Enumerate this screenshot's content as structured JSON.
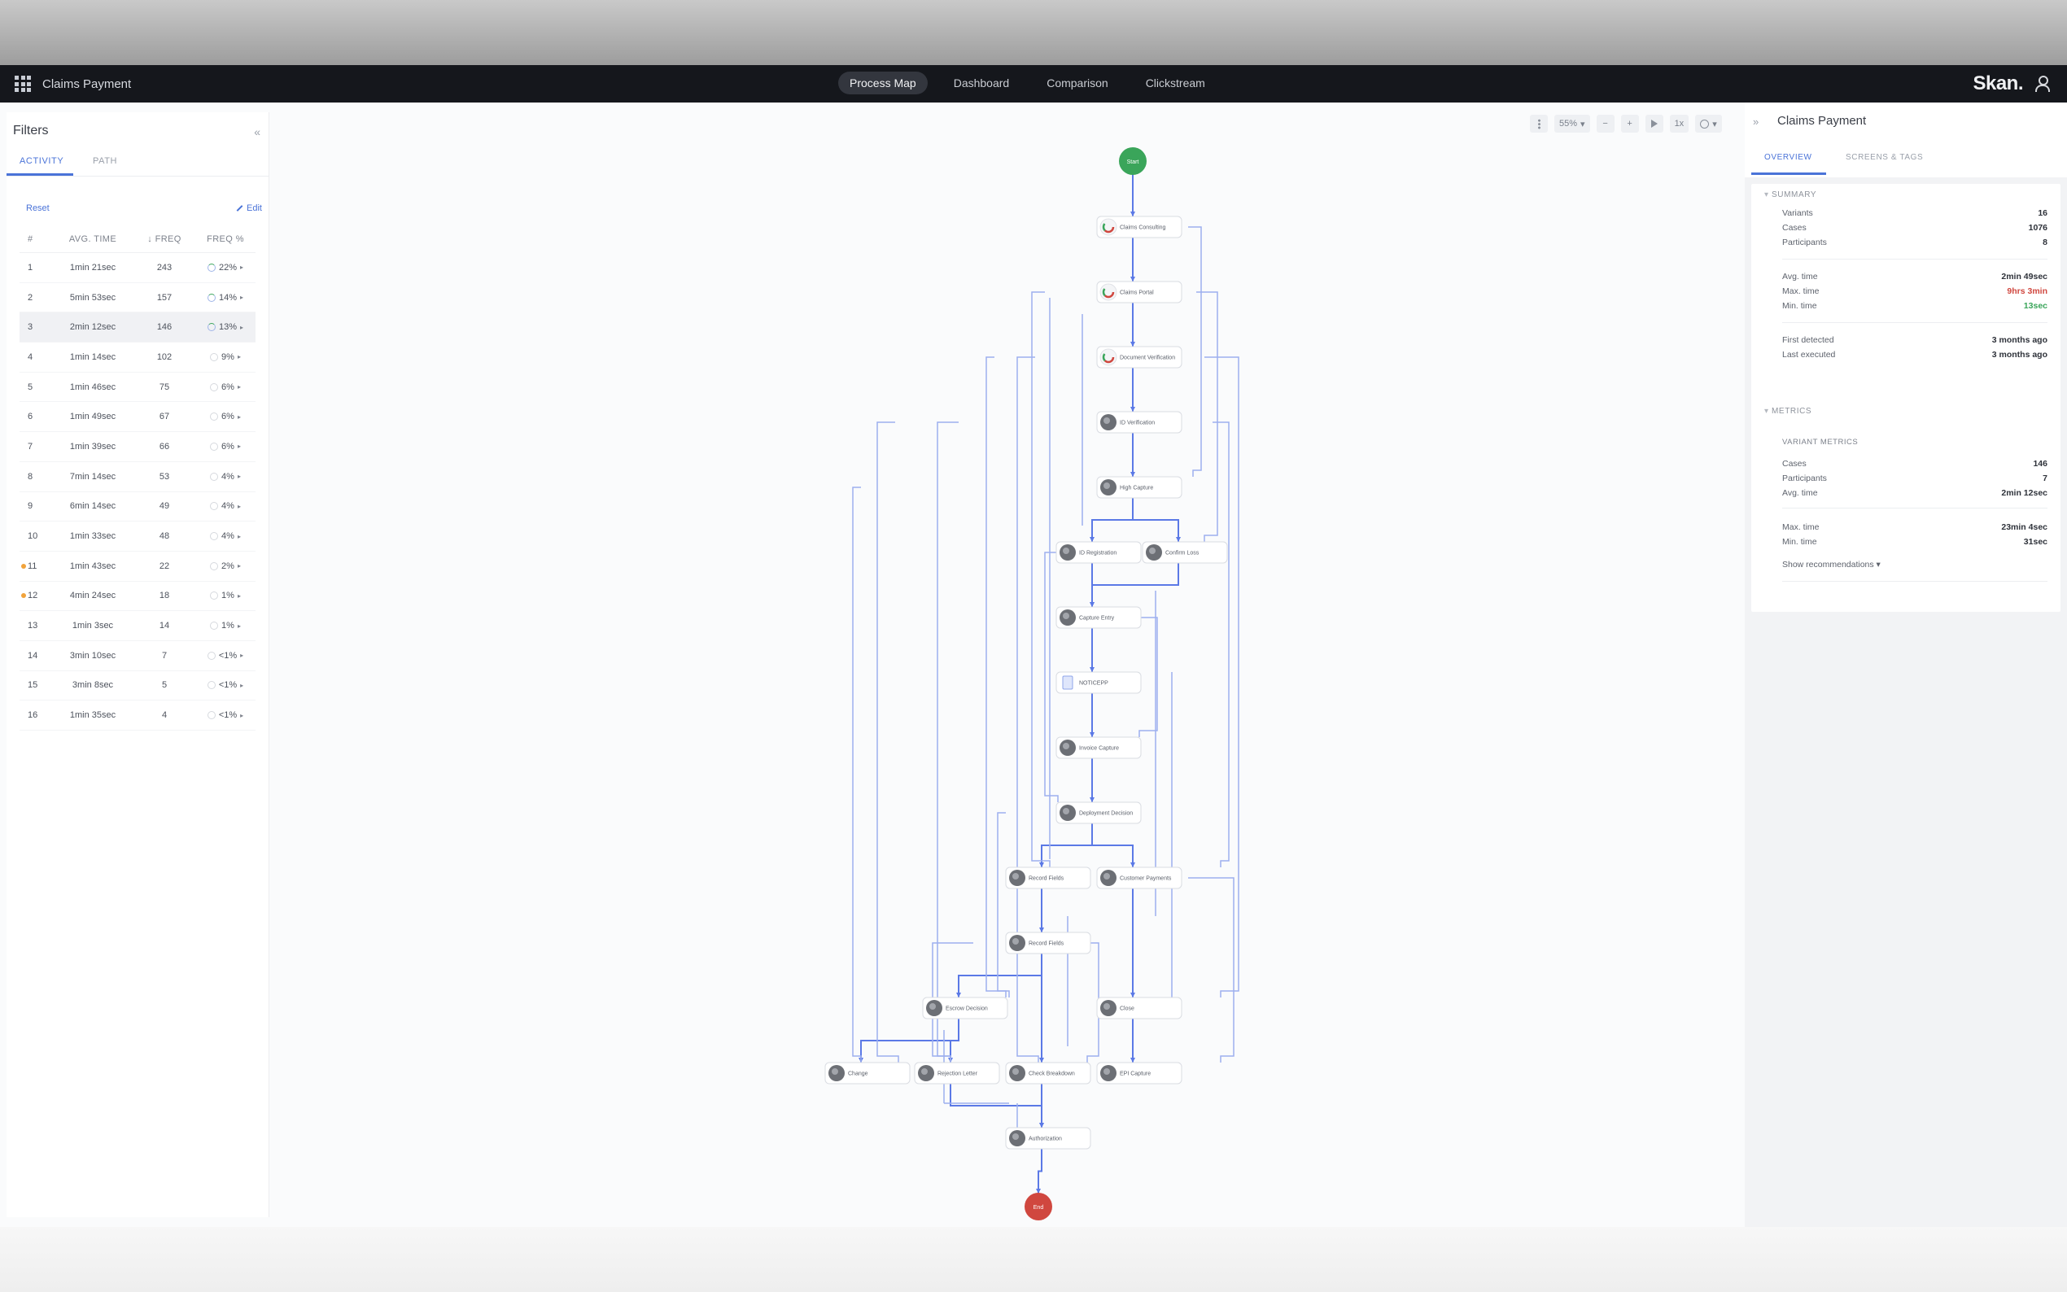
{
  "app": {
    "title": "Claims Payment",
    "brand": "Skan."
  },
  "nav": {
    "tabs": [
      "Process Map",
      "Dashboard",
      "Comparison",
      "Clickstream"
    ],
    "active": 0
  },
  "filters": {
    "title": "Filters",
    "tabs": [
      "ACTIVITY",
      "PATH"
    ],
    "reset_label": "Reset",
    "edit_label": "Edit",
    "columns": [
      "#",
      "AVG. TIME",
      "FREQ",
      "FREQ %"
    ],
    "rows": [
      {
        "n": "1",
        "time": "1min 21sec",
        "freq": "243",
        "pct": "22%",
        "flag": false
      },
      {
        "n": "2",
        "time": "5min 53sec",
        "freq": "157",
        "pct": "14%",
        "flag": false
      },
      {
        "n": "3",
        "time": "2min 12sec",
        "freq": "146",
        "pct": "13%",
        "flag": false
      },
      {
        "n": "4",
        "time": "1min 14sec",
        "freq": "102",
        "pct": "9%",
        "flag": false
      },
      {
        "n": "5",
        "time": "1min 46sec",
        "freq": "75",
        "pct": "6%",
        "flag": false
      },
      {
        "n": "6",
        "time": "1min 49sec",
        "freq": "67",
        "pct": "6%",
        "flag": false
      },
      {
        "n": "7",
        "time": "1min 39sec",
        "freq": "66",
        "pct": "6%",
        "flag": false
      },
      {
        "n": "8",
        "time": "7min 14sec",
        "freq": "53",
        "pct": "4%",
        "flag": false
      },
      {
        "n": "9",
        "time": "6min 14sec",
        "freq": "49",
        "pct": "4%",
        "flag": false
      },
      {
        "n": "10",
        "time": "1min 33sec",
        "freq": "48",
        "pct": "4%",
        "flag": false
      },
      {
        "n": "11",
        "time": "1min 43sec",
        "freq": "22",
        "pct": "2%",
        "flag": true
      },
      {
        "n": "12",
        "time": "4min 24sec",
        "freq": "18",
        "pct": "1%",
        "flag": true
      },
      {
        "n": "13",
        "time": "1min 3sec",
        "freq": "14",
        "pct": "1%",
        "flag": false
      },
      {
        "n": "14",
        "time": "3min 10sec",
        "freq": "7",
        "pct": "<1%",
        "flag": false
      },
      {
        "n": "15",
        "time": "3min 8sec",
        "freq": "5",
        "pct": "<1%",
        "flag": false
      },
      {
        "n": "16",
        "time": "1min 35sec",
        "freq": "4",
        "pct": "<1%",
        "flag": false
      }
    ]
  },
  "toolbar": {
    "zoom": "55%",
    "speed": "1x"
  },
  "process_map": {
    "start_label": "Start",
    "end_label": "End",
    "nodes": [
      {
        "id": "n1",
        "label": "Claims Consulting",
        "icon": "chart"
      },
      {
        "id": "n2",
        "label": "Claims Portal",
        "icon": "chart"
      },
      {
        "id": "n3",
        "label": "Document Verification",
        "icon": "chart"
      },
      {
        "id": "n4",
        "label": "ID Verification",
        "icon": "avatar"
      },
      {
        "id": "n5",
        "label": "High Capture",
        "icon": "avatar"
      },
      {
        "id": "n6",
        "label": "ID Registration",
        "icon": "avatar"
      },
      {
        "id": "n7",
        "label": "Confirm Loss",
        "icon": "avatar"
      },
      {
        "id": "n8",
        "label": "Capture Entry",
        "icon": "avatar"
      },
      {
        "id": "n9",
        "label": "NOTICEPP",
        "icon": "doc"
      },
      {
        "id": "n10",
        "label": "Invoice Capture",
        "icon": "avatar"
      },
      {
        "id": "n11",
        "label": "Deployment Decision",
        "icon": "avatar"
      },
      {
        "id": "n12",
        "label": "Record Fields",
        "icon": "avatar"
      },
      {
        "id": "n13",
        "label": "Customer Payments",
        "icon": "avatar"
      },
      {
        "id": "n14",
        "label": "Record Fields",
        "icon": "avatar"
      },
      {
        "id": "n15",
        "label": "Escrow Decision",
        "icon": "avatar"
      },
      {
        "id": "n16",
        "label": "Close",
        "icon": "avatar"
      },
      {
        "id": "n17",
        "label": "Change",
        "icon": "avatar"
      },
      {
        "id": "n18",
        "label": "Rejection Letter",
        "icon": "avatar"
      },
      {
        "id": "n19",
        "label": "Check Breakdown",
        "icon": "avatar"
      },
      {
        "id": "n20",
        "label": "EPI Capture",
        "icon": "avatar"
      },
      {
        "id": "n21",
        "label": "Authorization",
        "icon": "avatar"
      }
    ]
  },
  "panel": {
    "title": "Claims Payment",
    "tabs": [
      "OVERVIEW",
      "SCREENS & TAGS"
    ],
    "summary": {
      "heading": "SUMMARY",
      "group1": [
        {
          "label": "Variants",
          "value": "16"
        },
        {
          "label": "Cases",
          "value": "1076"
        },
        {
          "label": "Participants",
          "value": "8"
        }
      ],
      "group2": [
        {
          "label": "Avg. time",
          "value": "2min 49sec",
          "tone": "normal"
        },
        {
          "label": "Max. time",
          "value": "9hrs 3min",
          "tone": "red"
        },
        {
          "label": "Min. time",
          "value": "13sec",
          "tone": "green"
        }
      ],
      "group3": [
        {
          "label": "First detected",
          "value": "3 months ago"
        },
        {
          "label": "Last executed",
          "value": "3 months ago"
        }
      ]
    },
    "metrics": {
      "heading": "METRICS",
      "sub_heading": "VARIANT METRICS",
      "group1": [
        {
          "label": "Cases",
          "value": "146"
        },
        {
          "label": "Participants",
          "value": "7"
        },
        {
          "label": "Avg. time",
          "value": "2min 12sec"
        }
      ],
      "group2": [
        {
          "label": "Max. time",
          "value": "23min 4sec"
        },
        {
          "label": "Min. time",
          "value": "31sec"
        }
      ],
      "recommendations": "Show recommendations ▾"
    }
  },
  "colors": {
    "accent": "#4a73d8",
    "start": "#3aa55a",
    "end": "#d0473f",
    "edge": "#9db0ef",
    "edge_strong": "#5b79e6"
  }
}
